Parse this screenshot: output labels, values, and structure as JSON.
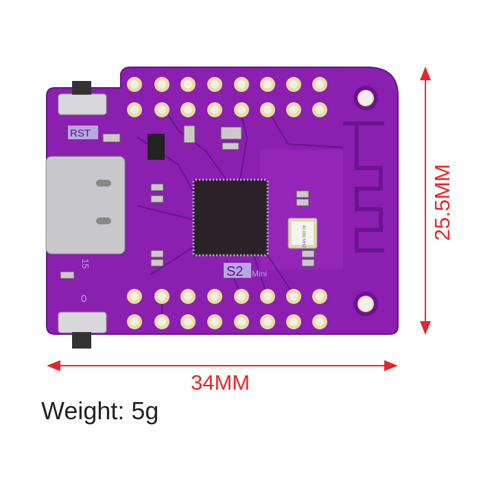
{
  "board": {
    "silkscreen": {
      "reset": "RST",
      "gpio15": "15",
      "gpio0": "0",
      "model": "S2",
      "variant": "Mini",
      "crystal": "40.000 MHZ"
    },
    "colors": {
      "pcb": "#8a1fb0",
      "pcb_dark": "#5e0f86",
      "pad": "#e9dca0",
      "dimension": "#e8242a"
    }
  },
  "dimensions": {
    "width": "34MM",
    "height": "25.5MM"
  },
  "weight": "Weight: 5g"
}
